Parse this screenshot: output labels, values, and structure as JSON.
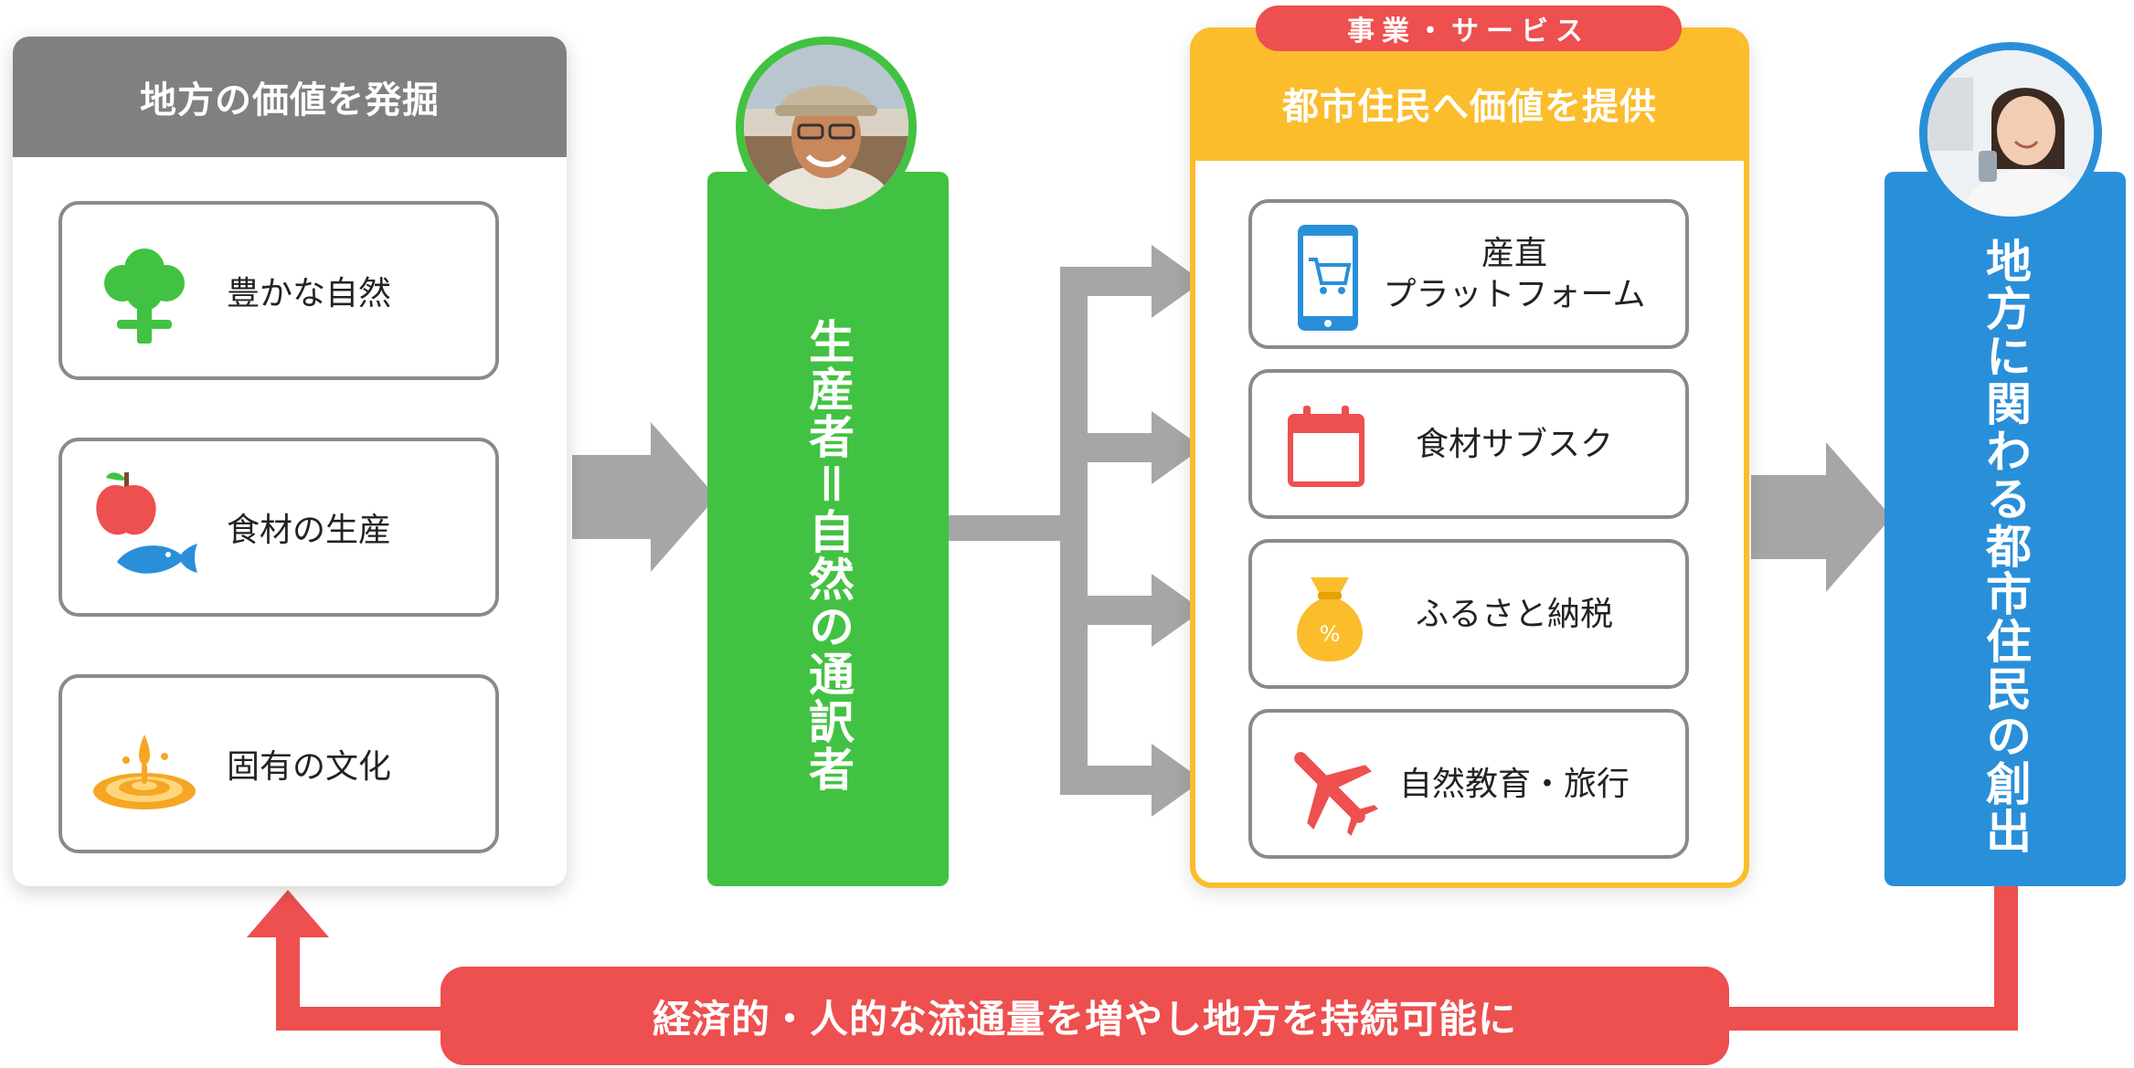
{
  "left_panel": {
    "title": "地方の価値を発掘",
    "items": [
      {
        "label": "豊かな自然",
        "icon": "tree-icon"
      },
      {
        "label": "食材の生産",
        "icon": "apple-fish-icon"
      },
      {
        "label": "固有の文化",
        "icon": "water-drop-icon"
      }
    ]
  },
  "producer": {
    "label": "生産者＝自然の通訳者",
    "avatar": "farmer-avatar"
  },
  "service_panel": {
    "tag": "事業・サービス",
    "title": "都市住民へ価値を提供",
    "items": [
      {
        "label_line1": "産直",
        "label_line2": "プラットフォーム",
        "icon": "smartphone-cart-icon"
      },
      {
        "label_line1": "食材サブスク",
        "icon": "calendar-icon"
      },
      {
        "label_line1": "ふるさと納税",
        "icon": "money-bag-icon"
      },
      {
        "label_line1": "自然教育・旅行",
        "icon": "airplane-icon"
      }
    ]
  },
  "result": {
    "label": "地方に関わる都市住民の創出",
    "avatar": "woman-avatar"
  },
  "loop": {
    "label": "経済的・人的な流通量を増やし地方を持続可能に"
  },
  "colors": {
    "gray_header": "#808080",
    "green": "#42c242",
    "yellow": "#fbbd2c",
    "blue": "#2a8fd9",
    "red": "#ee4f4f",
    "arrow_gray": "#a6a6a6"
  }
}
